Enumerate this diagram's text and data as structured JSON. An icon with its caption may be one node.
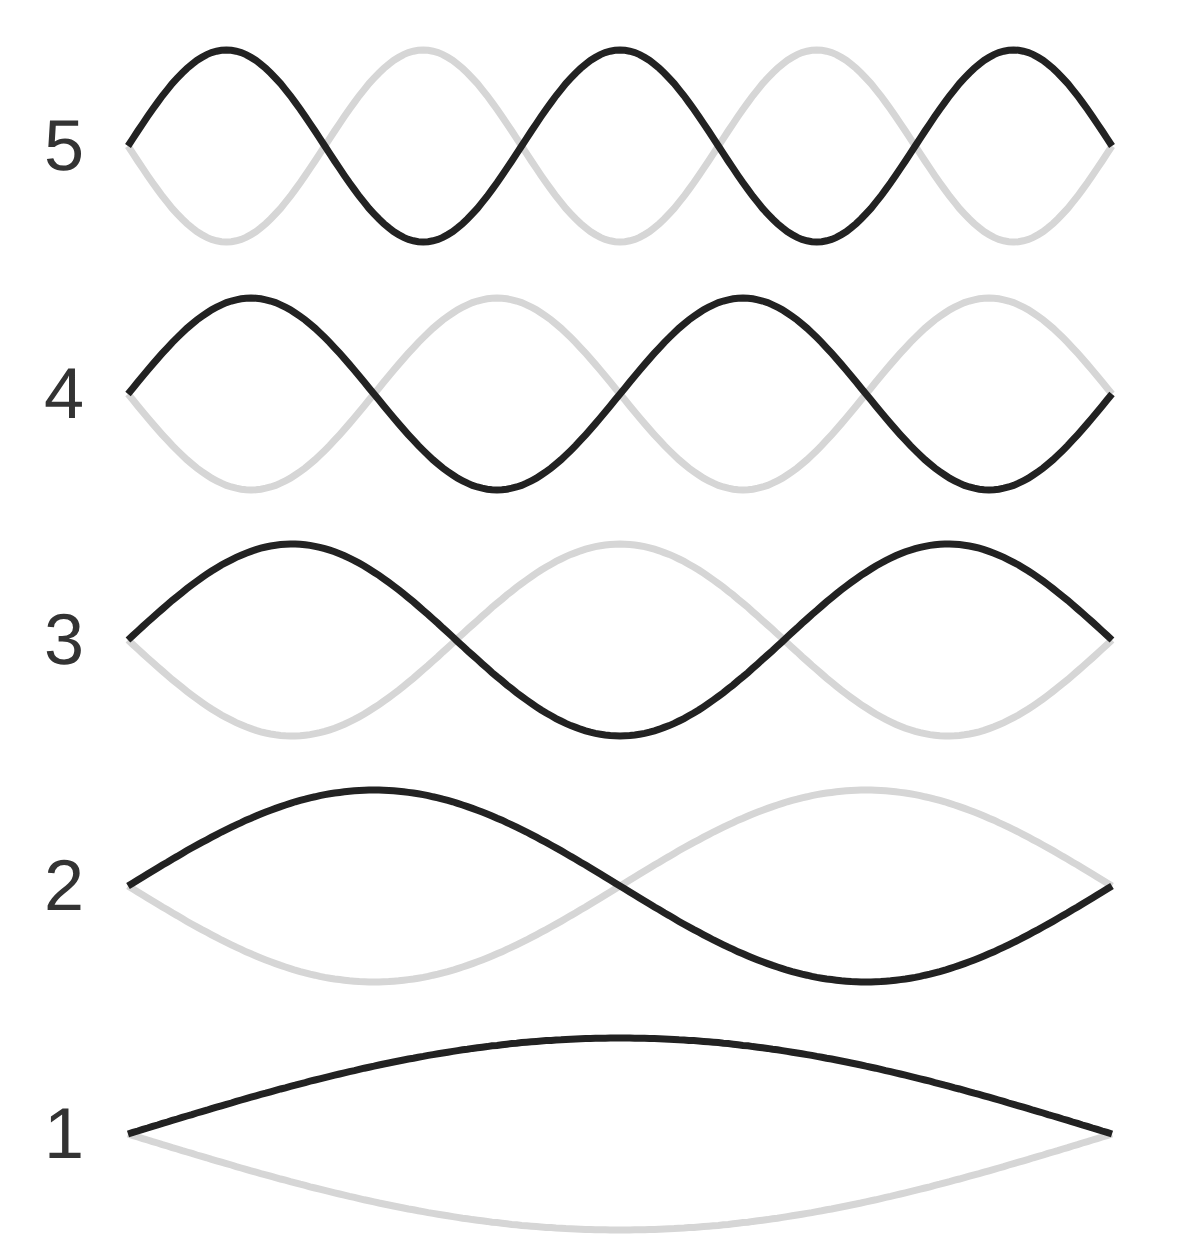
{
  "diagram": {
    "labels": [
      "5",
      "4",
      "3",
      "2",
      "1"
    ]
  }
}
